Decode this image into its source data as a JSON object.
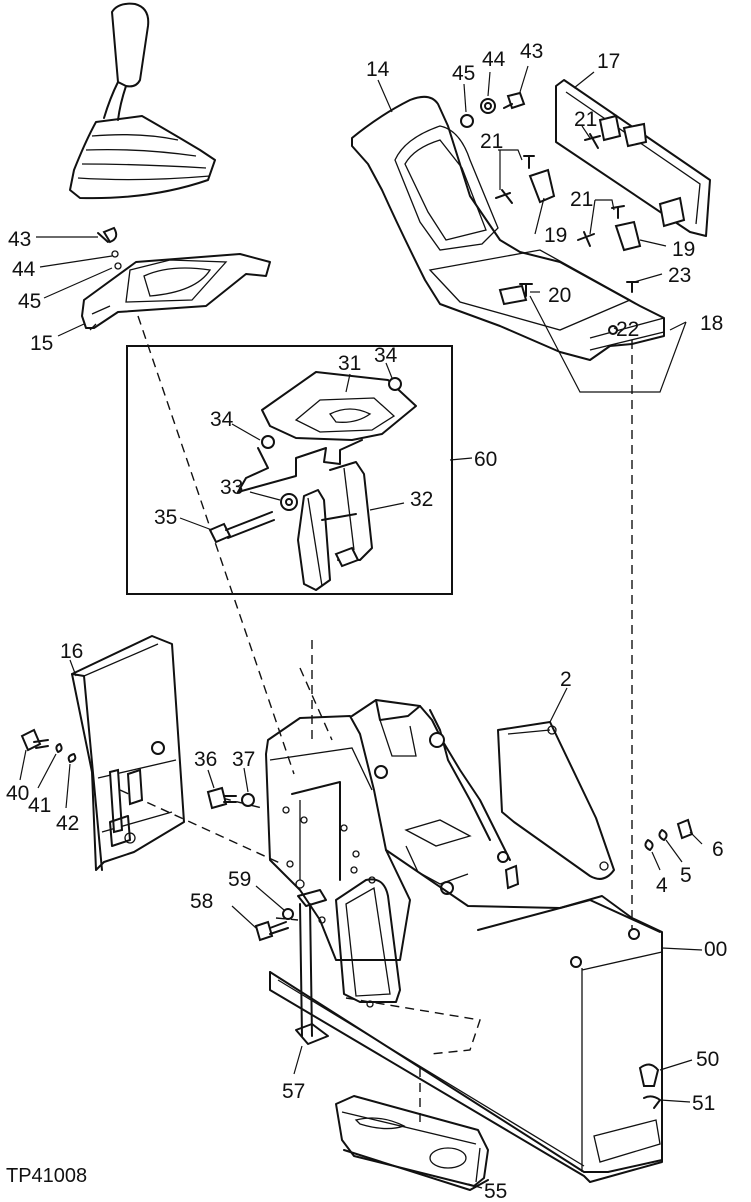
{
  "drawing_code": "TP41008",
  "callouts": {
    "c14": "14",
    "c45a": "45",
    "c44a": "44",
    "c43a": "43",
    "c17": "17",
    "c21a": "21",
    "c21b": "21",
    "c21c": "21",
    "c19a": "19",
    "c19b": "19",
    "c20": "20",
    "c23": "23",
    "c22": "22",
    "c18": "18",
    "c43b": "43",
    "c44b": "44",
    "c45b": "45",
    "c15": "15",
    "c31": "31",
    "c34a": "34",
    "c34b": "34",
    "c33": "33",
    "c32": "32",
    "c35": "35",
    "c60": "60",
    "c16": "16",
    "c40": "40",
    "c41": "41",
    "c42": "42",
    "c36": "36",
    "c37": "37",
    "c2": "2",
    "c6": "6",
    "c5": "5",
    "c4": "4",
    "c00": "00",
    "c59": "59",
    "c58": "58",
    "c57": "57",
    "c50": "50",
    "c51": "51",
    "c55": "55"
  }
}
